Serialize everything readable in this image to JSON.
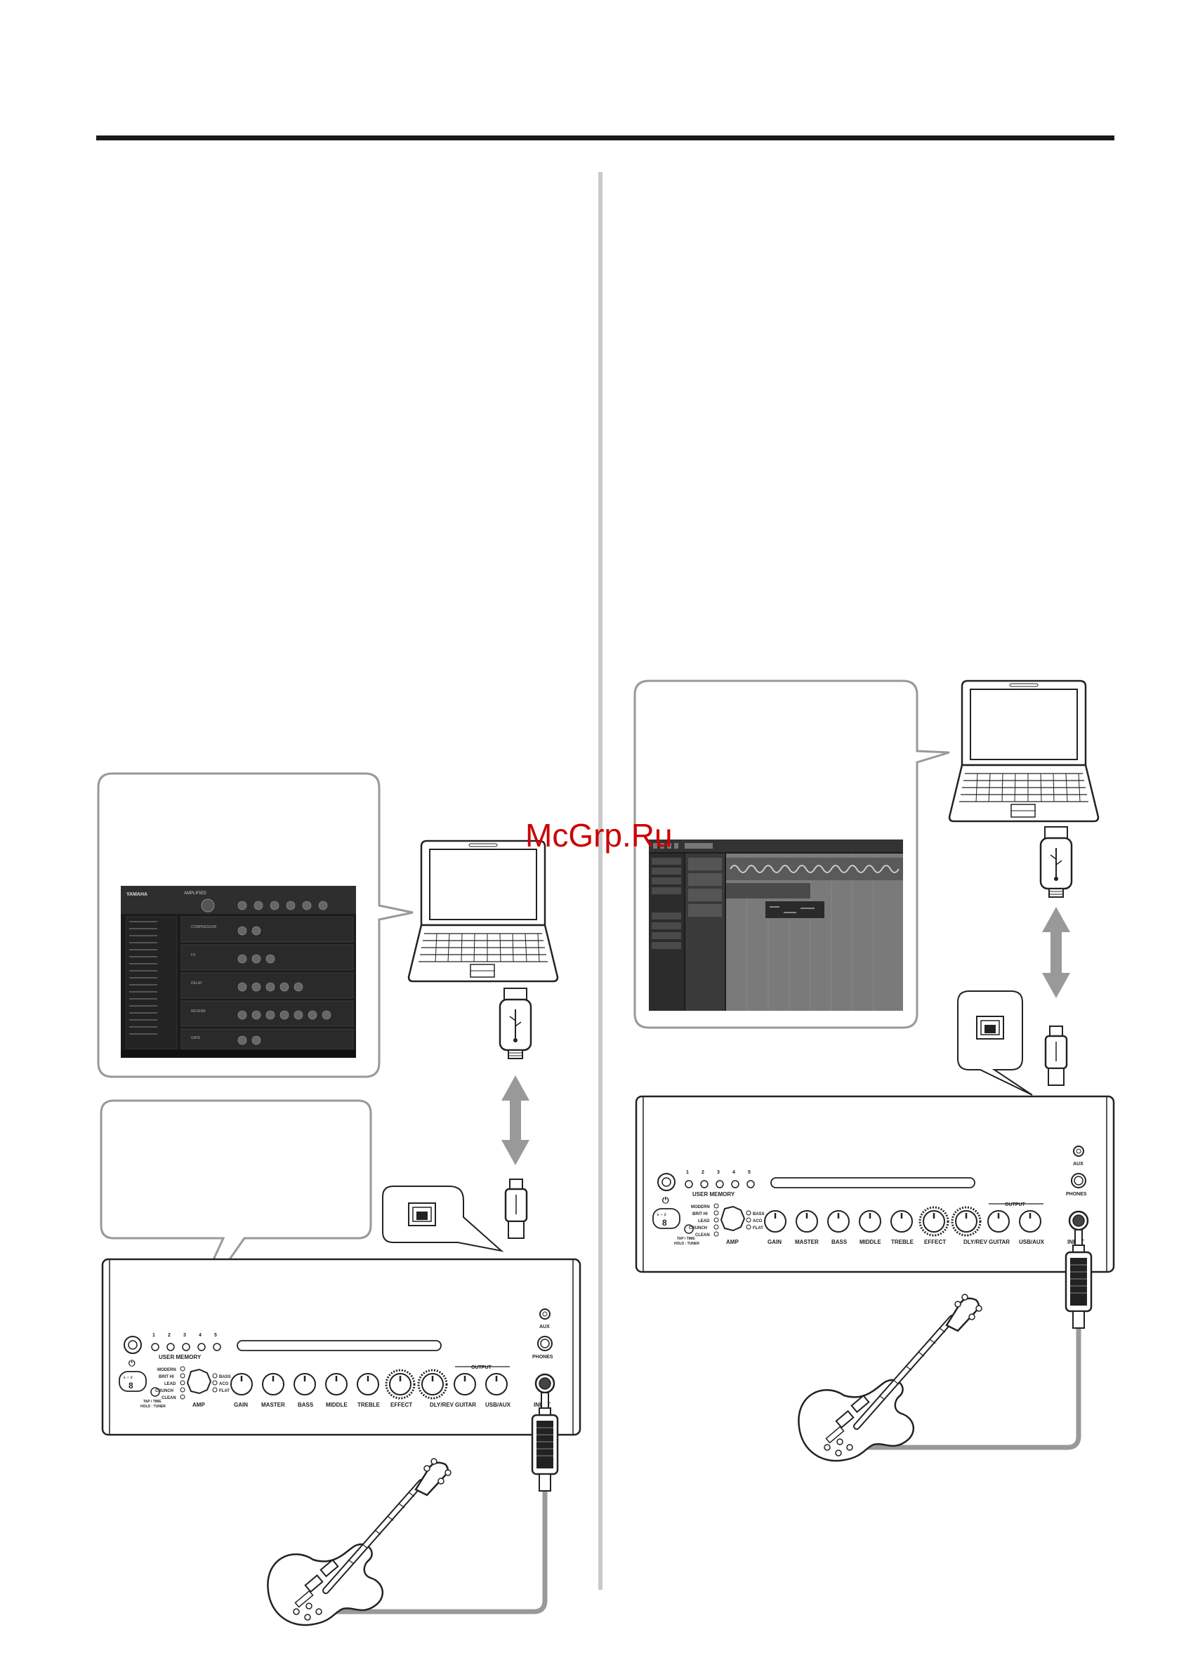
{
  "watermark": "McGrp.Ru",
  "amp": {
    "user_memory_label": "USER MEMORY",
    "memory_numbers": [
      "1",
      "2",
      "3",
      "4",
      "5"
    ],
    "amp_types": [
      "MODERN",
      "BRIT HI",
      "LEAD",
      "CRUNCH",
      "CLEAN"
    ],
    "eq_types": [
      "BASS",
      "ACO",
      "FLAT"
    ],
    "tap_label_1": "TAP / TIME",
    "tap_label_2": "HOLD : TUNER",
    "knobs": [
      "AMP",
      "GAIN",
      "MASTER",
      "BASS",
      "MIDDLE",
      "TREBLE",
      "EFFECT",
      "DLY/REV",
      "GUITAR",
      "USB/AUX"
    ],
    "output_label": "OUTPUT",
    "aux_label": "AUX",
    "phones_label": "PHONES",
    "input_label": "INPUT"
  },
  "software": {
    "brand": "YAMAHA",
    "app_name": "AMPLIFIED",
    "sections": [
      "COMPRESSOR",
      "FX",
      "DELAY",
      "REVERB",
      "GATE"
    ]
  }
}
